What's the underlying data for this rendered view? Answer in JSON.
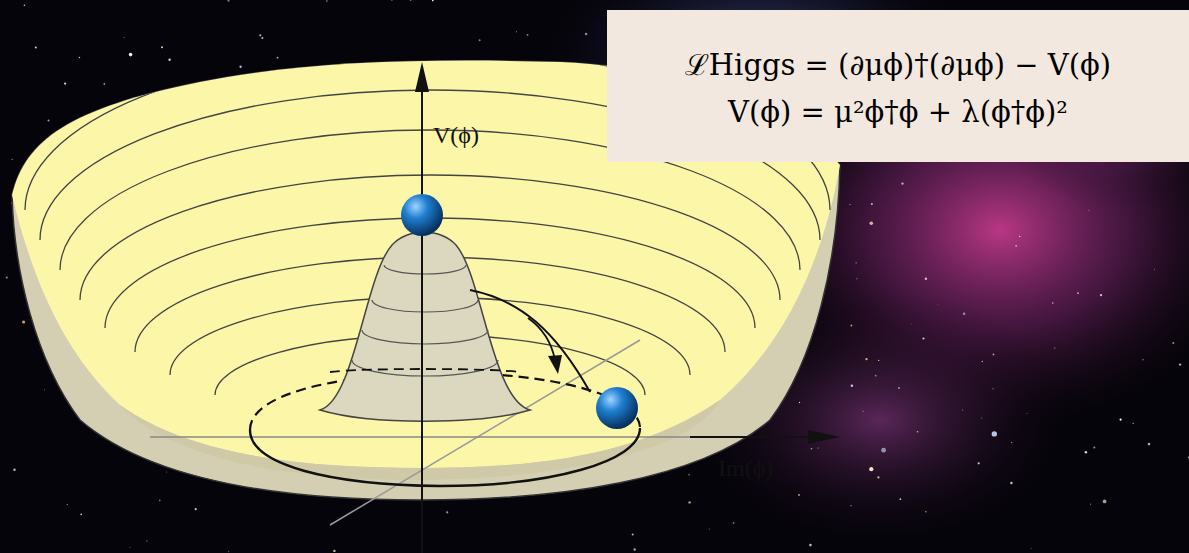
{
  "diagram": {
    "nodes": [
      {
        "text": [
          "ℒHiggs = (∂μϕ)†(∂μϕ) − V(ϕ)",
          "V(ϕ) = μ²ϕ†ϕ + λ(ϕ†ϕ)²"
        ]
      }
    ],
    "labels": [
      "V(ϕ)",
      "Im(ϕ)"
    ]
  }
}
